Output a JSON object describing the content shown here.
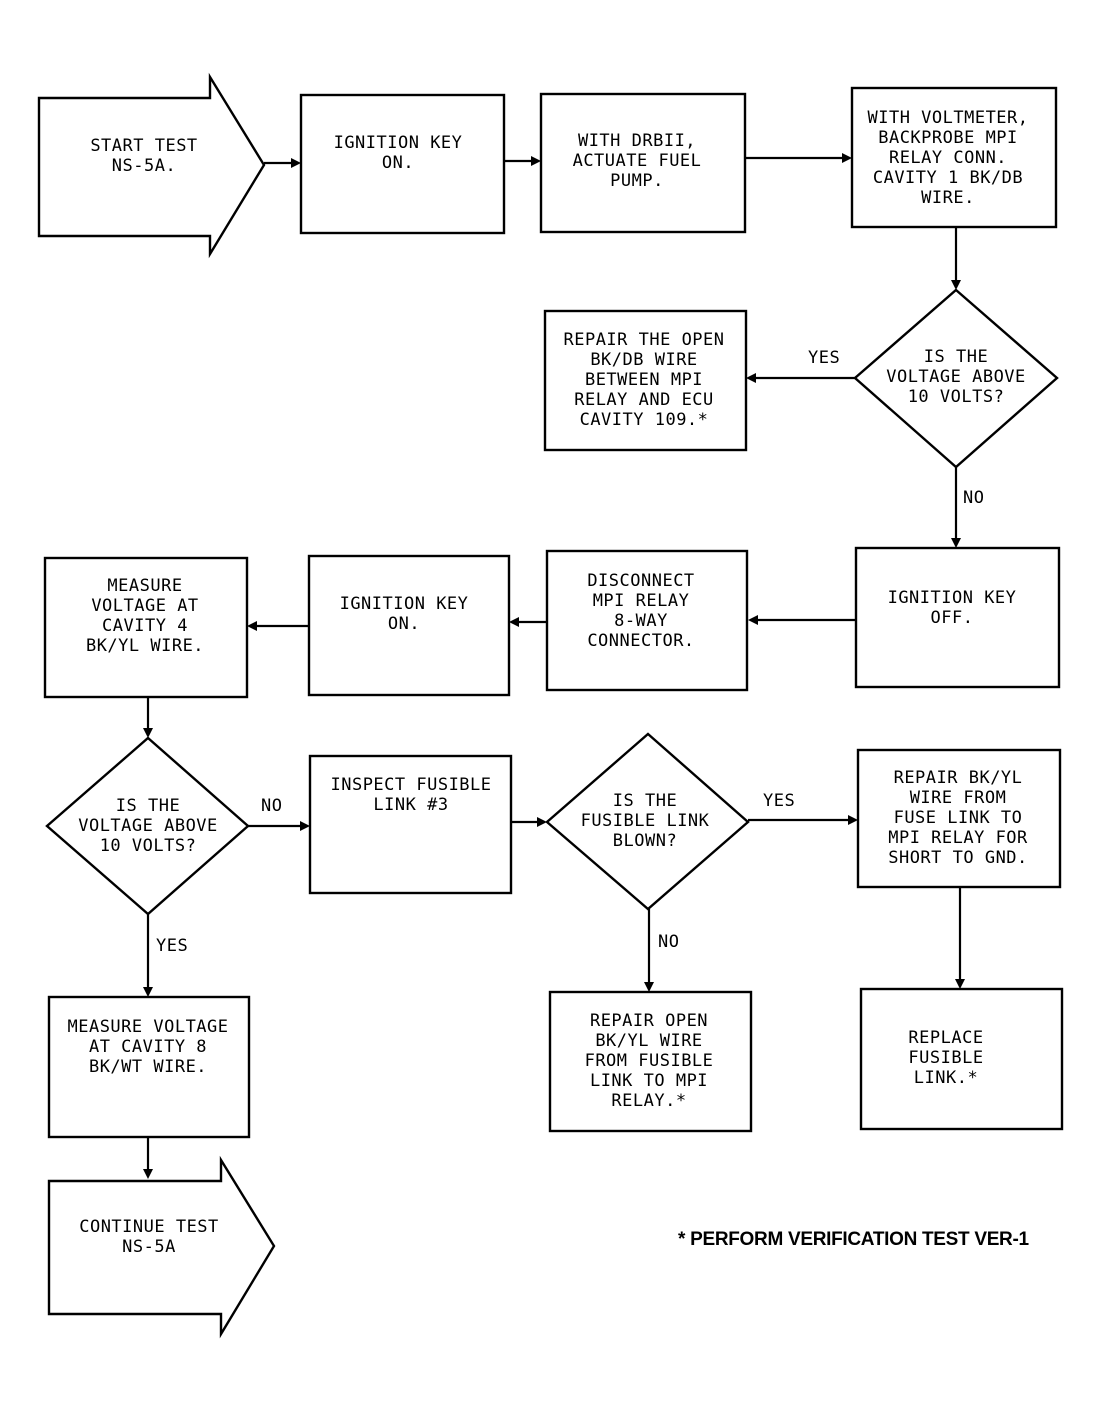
{
  "nodes": {
    "start": [
      "START TEST",
      "NS-5A."
    ],
    "key_on_1": [
      "IGNITION KEY",
      "ON."
    ],
    "drb": [
      "WITH DRBII,",
      "ACTUATE FUEL",
      "PUMP."
    ],
    "voltmeter": [
      "WITH VOLTMETER,",
      "BACKPROBE MPI",
      "RELAY CONN.",
      "CAVITY 1 BK/DB",
      "WIRE."
    ],
    "decision_1": [
      "IS THE",
      "VOLTAGE ABOVE",
      "10 VOLTS?"
    ],
    "repair_bkdb": [
      "REPAIR THE OPEN",
      "BK/DB WIRE",
      "BETWEEN MPI",
      "RELAY AND ECU",
      "CAVITY 109.*"
    ],
    "key_off": [
      "IGNITION KEY",
      "OFF."
    ],
    "disconnect": [
      "DISCONNECT",
      "MPI RELAY",
      "8-WAY",
      "CONNECTOR."
    ],
    "key_on_2": [
      "IGNITION KEY",
      "ON."
    ],
    "measure_4": [
      "MEASURE",
      "VOLTAGE AT",
      "CAVITY 4",
      "BK/YL WIRE."
    ],
    "decision_2": [
      "IS THE",
      "VOLTAGE ABOVE",
      "10 VOLTS?"
    ],
    "inspect": [
      "INSPECT FUSIBLE",
      "LINK #3"
    ],
    "decision_3": [
      "IS THE",
      "FUSIBLE LINK",
      "BLOWN?"
    ],
    "repair_short": [
      "REPAIR BK/YL",
      "WIRE FROM",
      "FUSE LINK TO",
      "MPI RELAY FOR",
      "SHORT TO GND."
    ],
    "measure_8": [
      "MEASURE VOLTAGE",
      "AT CAVITY 8",
      "BK/WT WIRE."
    ],
    "repair_open": [
      "REPAIR OPEN",
      "BK/YL WIRE",
      "FROM FUSIBLE",
      "LINK TO MPI",
      "RELAY.*"
    ],
    "replace": [
      "REPLACE",
      "FUSIBLE",
      "LINK.*"
    ],
    "continue": [
      "CONTINUE TEST",
      "NS-5A"
    ]
  },
  "edge_labels": {
    "d1_yes": "YES",
    "d1_no": "NO",
    "d2_no": "NO",
    "d2_yes": "YES",
    "d3_yes": "YES",
    "d3_no": "NO"
  },
  "footnote": "* PERFORM VERIFICATION TEST VER-1"
}
